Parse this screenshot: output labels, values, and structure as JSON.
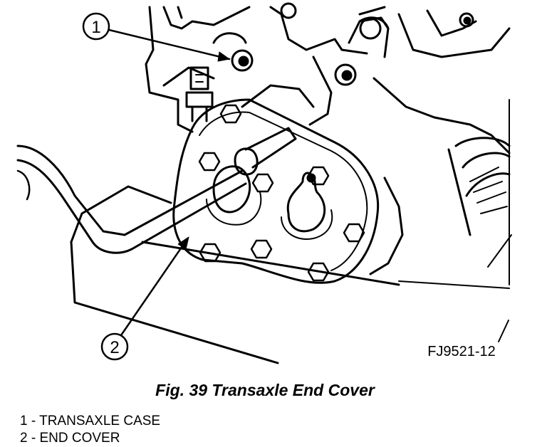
{
  "figure": {
    "callouts": [
      {
        "number": "1",
        "part": "transaxle-case"
      },
      {
        "number": "2",
        "part": "end-cover"
      }
    ],
    "figure_code": "FJ9521-12"
  },
  "caption": "Fig. 39 Transaxle End Cover",
  "legend": [
    {
      "text": "1 - TRANSAXLE CASE"
    },
    {
      "text": "2 - END COVER"
    }
  ]
}
